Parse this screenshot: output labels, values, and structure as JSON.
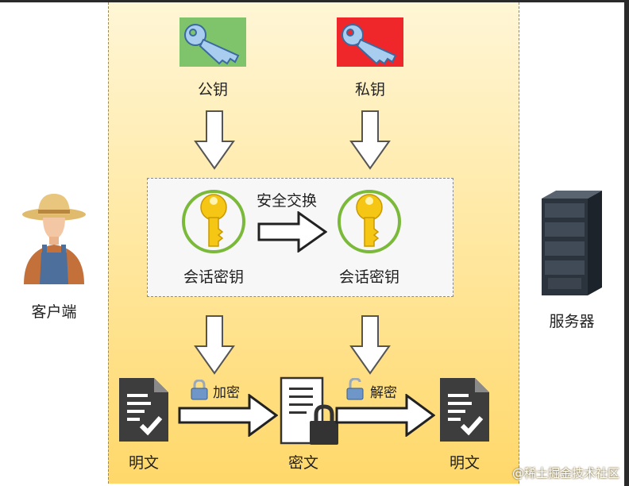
{
  "client_label": "客户端",
  "server_label": "服务器",
  "public_key_label": "公钥",
  "private_key_label": "私钥",
  "exchange_label": "安全交换",
  "session_key_left_label": "会话密钥",
  "session_key_right_label": "会话密钥",
  "encrypt_label": "加密",
  "decrypt_label": "解密",
  "plaintext_left_label": "明文",
  "ciphertext_label": "密文",
  "plaintext_right_label": "明文",
  "watermark": "@稀土掘金技术社区",
  "colors": {
    "public_key_bg": "#7fc36a",
    "private_key_bg": "#f0272a",
    "gold_key": "#f5c614",
    "ring_green": "#7ab93a"
  },
  "icons": [
    "blue-key-icon",
    "gold-key-icon",
    "padlock-icon",
    "document-icon",
    "server-icon",
    "farmer-avatar-icon"
  ]
}
